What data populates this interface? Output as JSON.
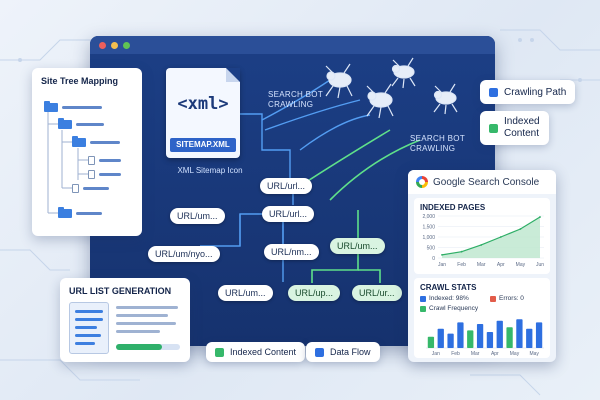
{
  "colors": {
    "window_bg": "#1c3f86",
    "blue_line": "#5aa8ff",
    "green_line": "#5fe08a",
    "green_pill": "#d9f4e1",
    "crawling_path": "#2e6fe0",
    "indexed": "#36b86a",
    "errors": "#e25c4a"
  },
  "site_tree": {
    "title": "Site Tree Mapping"
  },
  "xml": {
    "tag": "<xml>",
    "bar_label": "SITEMAP.XML",
    "caption": "XML Sitemap Icon"
  },
  "bot_labels": {
    "top": [
      "SEARCH BOT",
      "CRAWLING"
    ],
    "right": [
      "SEARCH BOT",
      "CRAWLING"
    ]
  },
  "url_nodes": [
    {
      "label": "URL/url...",
      "kind": "blue"
    },
    {
      "label": "URL/um...",
      "kind": "blue"
    },
    {
      "label": "URL/url...",
      "kind": "blue"
    },
    {
      "label": "URL/um/nyo...",
      "kind": "blue"
    },
    {
      "label": "URL/nm...",
      "kind": "blue"
    },
    {
      "label": "URL/um...",
      "kind": "blue"
    },
    {
      "label": "URL/um...",
      "kind": "green"
    },
    {
      "label": "URL/up...",
      "kind": "green"
    },
    {
      "label": "URL/ur...",
      "kind": "green"
    }
  ],
  "url_list": {
    "title": "URL LIST GENERATION"
  },
  "legend": {
    "crawling_path": "Crawling Path",
    "indexed_content": [
      "Indexed",
      "Content"
    ],
    "bottom_indexed": "Indexed Content",
    "bottom_flow": "Data Flow"
  },
  "gsc": {
    "title": "Google Search Console",
    "indexed_pages": {
      "title": "INDEXED PAGES",
      "y_ticks": [
        "2,000",
        "1,500",
        "1,000",
        "500",
        "0"
      ],
      "x_ticks": [
        "Jan",
        "Feb",
        "Mar",
        "Apr",
        "May",
        "Jun"
      ],
      "values": [
        150,
        300,
        620,
        1000,
        1380,
        1950
      ],
      "ymax": 2000
    },
    "crawl_stats": {
      "title": "CRAWL STATS",
      "indexed": "Indexed: 98%",
      "errors": "Errors: 0",
      "frequency": "Crawl Frequency",
      "x_ticks": [
        "Jan",
        "Feb",
        "Mar",
        "Apr",
        "May",
        "May"
      ],
      "bars": [
        0.35,
        0.6,
        0.45,
        0.8,
        0.55,
        0.75,
        0.5,
        0.85,
        0.65,
        0.9,
        0.6,
        0.8
      ],
      "highlight": [
        0,
        4,
        8
      ]
    }
  }
}
